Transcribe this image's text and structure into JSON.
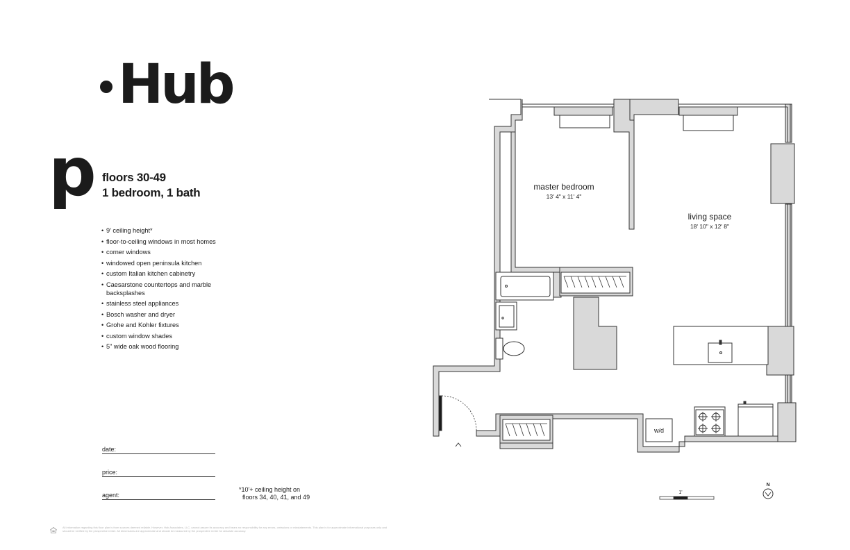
{
  "brand": {
    "dot": "•",
    "name": "Hub"
  },
  "plan": {
    "letter": "p",
    "floors": "floors 30-49",
    "type": "1 bedroom, 1 bath"
  },
  "features": [
    "9' ceiling height*",
    "floor-to-ceiling windows in most homes",
    "corner windows",
    "windowed open peninsula kitchen",
    "custom Italian kitchen cabinetry",
    "Caesarstone countertops and marble backsplashes",
    "stainless steel appliances",
    "Bosch washer and dryer",
    "Grohe and Kohler fixtures",
    "custom window shades",
    "5\" wide oak wood flooring"
  ],
  "form": {
    "date": "date:",
    "price": "price:",
    "agent": "agent:"
  },
  "footnote": {
    "line1": "*10'+ ceiling height on",
    "line2": "floors 34, 40, 41, and 49"
  },
  "rooms": {
    "bedroom": {
      "name": "master bedroom",
      "dims": "13' 4\" x 11' 4\""
    },
    "living": {
      "name": "living space",
      "dims": "18' 10\" x 12' 8\""
    },
    "wd": "w/d"
  },
  "scale_label": "1'",
  "north_label": "N",
  "disclaimer": "All information regarding this floor plan is from sources deemed reliable. However, Hub Associates, LLC, cannot assure its accuracy and bears no responsibility for any errors, omissions or misstatements. This plan is for approximate informational purposes only and should be verified by the prospective renter. All dimensions are approximate and should be measured by the prospective renter for absolute accuracy.",
  "colors": {
    "wall": "#d9d9d9",
    "line": "#333333",
    "text": "#1b1b1b"
  },
  "icons": [
    "equal-housing-icon",
    "north-arrow-icon",
    "door-swing-icon",
    "range-burner-icon"
  ]
}
